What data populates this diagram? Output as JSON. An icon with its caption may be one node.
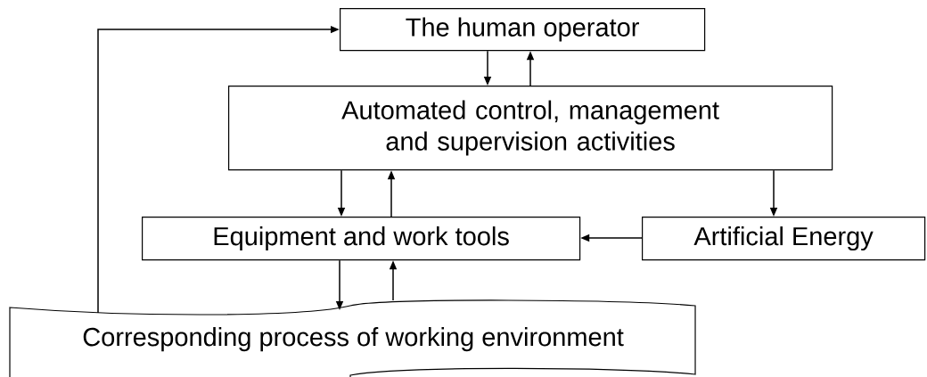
{
  "diagram": {
    "nodes": [
      {
        "text": [
          "The human operator"
        ]
      },
      {
        "text": [
          "Automated control, management and supervision activities"
        ]
      },
      {
        "text": [
          "Equipment and work tools"
        ]
      },
      {
        "text": [
          "Artificial Energy"
        ]
      },
      {
        "text": [
          "Corresponding process of working environment"
        ]
      }
    ],
    "edges": [
      {
        "from": 0,
        "to": 1,
        "arrow": "to"
      },
      {
        "from": 1,
        "to": 0,
        "arrow": "to"
      },
      {
        "from": 1,
        "to": 2,
        "arrow": "to"
      },
      {
        "from": 2,
        "to": 1,
        "arrow": "to"
      },
      {
        "from": 1,
        "to": 3,
        "arrow": "to"
      },
      {
        "from": 3,
        "to": 2,
        "arrow": "to"
      },
      {
        "from": 2,
        "to": 4,
        "arrow": "to"
      },
      {
        "from": 4,
        "to": 2,
        "arrow": "to"
      },
      {
        "from": 4,
        "to": 0,
        "arrow": "to"
      }
    ]
  }
}
